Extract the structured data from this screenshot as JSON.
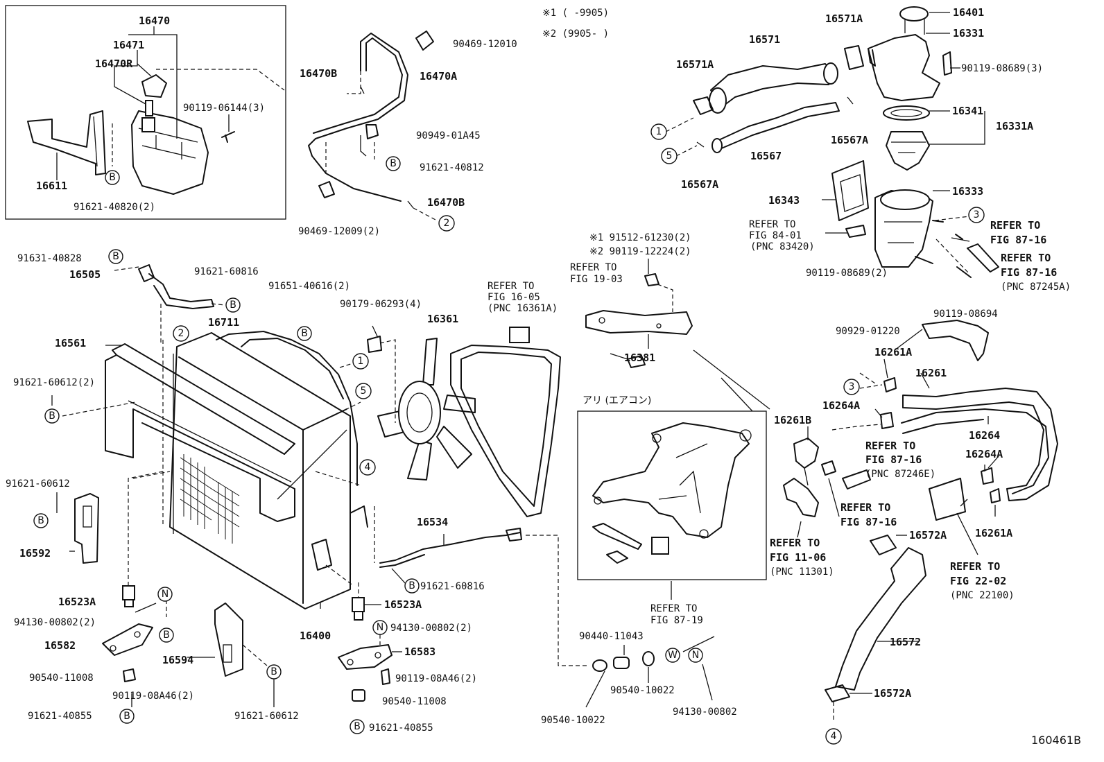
{
  "header": {
    "note1": "※1 (      -9905)",
    "note2": "※2 (9905-      )"
  },
  "figure_id": "160461B",
  "parts": {
    "p16470": "16470",
    "p16471": "16471",
    "p16470R": "16470R",
    "p9011906144": "90119-06144(3)",
    "p16611": "16611",
    "p9162140820": "91621-40820(2)",
    "p16470B_a": "16470B",
    "p16470A": "16470A",
    "p9046912010": "90469-12010",
    "p9094901A45": "90949-01A45",
    "p9162140812": "91621-40812",
    "p16470B_b": "16470B",
    "p9046912009": "90469-12009(2)",
    "p16571A_a": "16571A",
    "p16571": "16571",
    "p16571A_b": "16571A",
    "p16567": "16567",
    "p16567A_a": "16567A",
    "p16567A_b": "16567A",
    "p16401": "16401",
    "p16331": "16331",
    "p9011908689_3": "90119-08689(3)",
    "p16341": "16341",
    "p16331A": "16331A",
    "p16333": "16333",
    "p16343": "16343",
    "p9011908689_2": "90119-08689(2)",
    "p9011908694": "90119-08694",
    "p9163140828": "91631-40828",
    "p16505": "16505",
    "p9162160816_a": "91621-60816",
    "p9165140616": "91651-40616(2)",
    "p16711": "16711",
    "p16561": "16561",
    "p9162160612_2": "91621-60612(2)",
    "p9017906293": "90179-06293(4)",
    "p16361": "16361",
    "p9151261230": "※1 91512-61230(2)",
    "p9011912224": "※2 90119-12224(2)",
    "p16381": "16381",
    "p9162160612_b": "91621-60612",
    "p16592": "16592",
    "p16534": "16534",
    "p9162160816_b": "91621-60816",
    "p16523A_a": "16523A",
    "p9413000802_a": "94130-00802(2)",
    "p16582": "16582",
    "p9054011008_a": "90540-11008",
    "p9011908A46_a": "90119-08A46(2)",
    "p9162140855_a": "91621-40855",
    "p16594": "16594",
    "p9162160612_c": "91621-60612",
    "p16400": "16400",
    "p16523A_b": "16523A",
    "p9413000802_b": "94130-00802(2)",
    "p16583": "16583",
    "p9011908A46_b": "90119-08A46(2)",
    "p9054011008_b": "90540-11008",
    "p9162140855_b": "91621-40855",
    "p9044011043": "90440-11043",
    "p9054010022_a": "90540-10022",
    "p9054010022_b": "90540-10022",
    "p9413000802_c": "94130-00802",
    "p9092901220": "90929-01220",
    "p16261A_a": "16261A",
    "p16261": "16261",
    "p16264A_a": "16264A",
    "p16261B": "16261B",
    "p16264": "16264",
    "p16264A_b": "16264A",
    "p16261A_b": "16261A",
    "p16572A_a": "16572A",
    "p16572": "16572",
    "p16572A_b": "16572A"
  },
  "refs": {
    "r1605_1": "REFER TO",
    "r1605_2": "FIG 16-05",
    "r1605_3": "(PNC 16361A)",
    "r1903_1": "REFER TO",
    "r1903_2": "FIG 19-03",
    "r8401_1": "REFER TO",
    "r8401_2": "FIG 84-01",
    "r8401_3": "(PNC 83420)",
    "r8716a_1": "REFER TO",
    "r8716a_2": "FIG 87-16",
    "r8716b_1": "REFER TO",
    "r8716b_2": "FIG 87-16",
    "r8716b_3": "(PNC 87245A)",
    "r8716c_1": "REFER TO",
    "r8716c_2": "FIG 87-16",
    "r8716c_3": "(PNC 87246E)",
    "r8716d_1": "REFER TO",
    "r8716d_2": "FIG 87-16",
    "r1106_1": "REFER TO",
    "r1106_2": "FIG 11-06",
    "r1106_3": "(PNC 11301)",
    "r2202_1": "REFER TO",
    "r2202_2": "FIG 22-02",
    "r2202_3": "(PNC 22100)",
    "r8719_1": "REFER TO",
    "r8719_2": "FIG 87-19"
  },
  "inset_label": "アリ (エアコン)",
  "callouts": {
    "c1": "1",
    "c2": "2",
    "c3": "3",
    "c4": "4",
    "c5": "5",
    "cB": "B",
    "cN": "N",
    "cW": "W"
  }
}
